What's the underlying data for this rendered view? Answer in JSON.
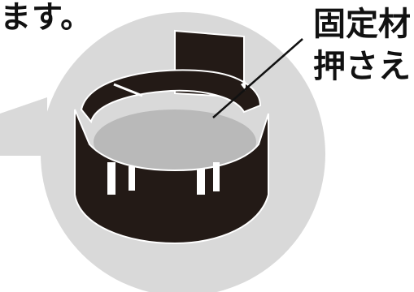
{
  "caption_fragment": "ます。",
  "callout": {
    "line1": "固定材",
    "line2": "押さえ"
  },
  "colors": {
    "background": "#ffffff",
    "magnifier_disc": "#d9d9d9",
    "part_body": "#231a16",
    "inner_surface": "#b9b9b9",
    "outline": "#ffffff",
    "text": "#111111"
  }
}
